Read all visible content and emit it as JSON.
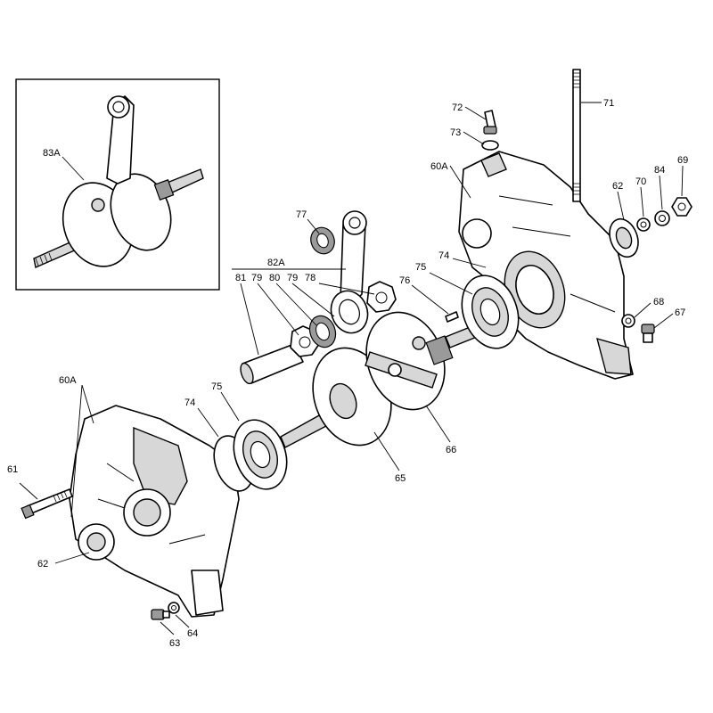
{
  "labels": {
    "l61": "61",
    "l62_left": "62",
    "l63": "63",
    "l64": "64",
    "l60a_left": "60A",
    "l74_left": "74",
    "l75_left": "75",
    "l81": "81",
    "l79a": "79",
    "l80": "80",
    "l79b": "79",
    "l78": "78",
    "l82a": "82A",
    "l77": "77",
    "l65": "65",
    "l66": "66",
    "l72": "72",
    "l73": "73",
    "l71": "71",
    "l60a_right": "60A",
    "l62_right": "62",
    "l70": "70",
    "l84": "84",
    "l69": "69",
    "l74_right": "74",
    "l75_right": "75",
    "l76": "76",
    "l68": "68",
    "l67": "67",
    "l83a": "83A"
  }
}
